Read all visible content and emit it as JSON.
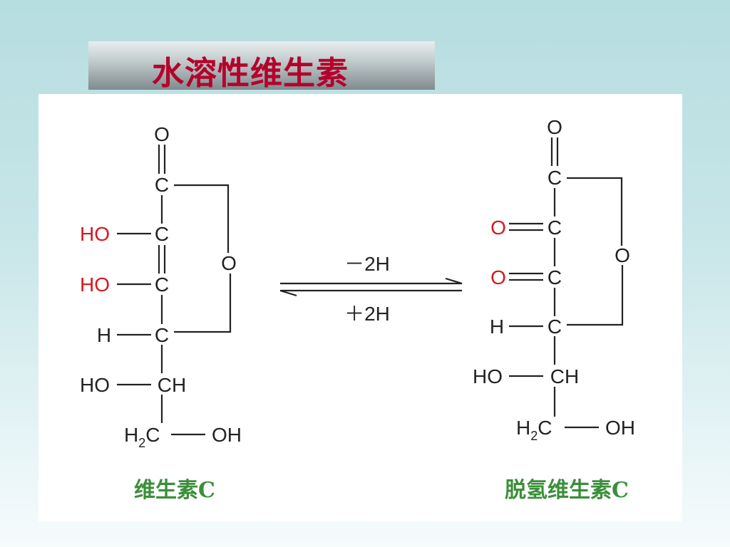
{
  "slide": {
    "title": "水溶性维生素"
  },
  "reaction": {
    "forward_label": "－2H",
    "reverse_label": "＋2H"
  },
  "molecule_left": {
    "caption": "维生素C",
    "atoms": {
      "o_top": "O",
      "c1": "C",
      "ho1": "HO",
      "c2": "C",
      "ho2": "HO",
      "c3": "C",
      "ring_o": "O",
      "h": "H",
      "c4": "C",
      "ho3": "HO",
      "ch": "CH",
      "h2c_h": "H",
      "h2c_sub": "2",
      "h2c_c": "C",
      "oh": "OH"
    }
  },
  "molecule_right": {
    "caption": "脱氢维生素C",
    "atoms": {
      "o_top": "O",
      "c1": "C",
      "o1": "O",
      "c2": "C",
      "o2": "O",
      "c3": "C",
      "ring_o": "O",
      "h": "H",
      "c4": "C",
      "ho": "HO",
      "ch": "CH",
      "h2c_h": "H",
      "h2c_sub": "2",
      "h2c_c": "C",
      "oh": "OH"
    }
  },
  "colors": {
    "title": "#b5002b",
    "hydroxyl_highlight": "#d4191e",
    "caption": "#3a8f3a"
  }
}
